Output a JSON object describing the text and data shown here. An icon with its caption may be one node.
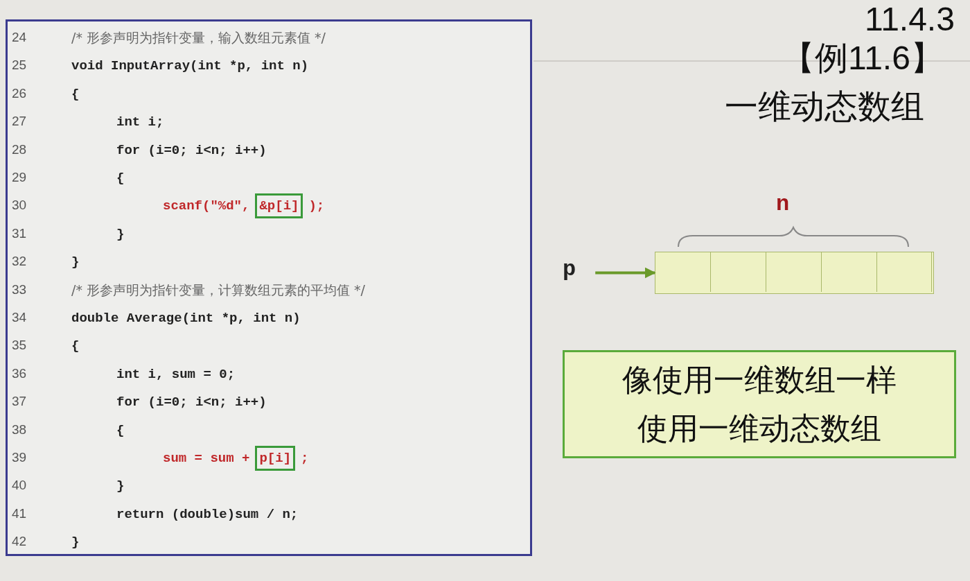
{
  "diagram": {
    "nodes": [
      {
        "text": [
          "24",
          "/* 形参声明为指针变量，输入数组元素值 */",
          "25",
          "void InputArray(int *p, int n)",
          "26",
          "{",
          "27",
          "int i;",
          "28",
          "for (i=0; i<n; i++)",
          "29",
          "{",
          "30",
          "scanf(\"%d\",",
          ");",
          "31",
          "}",
          "32",
          "}",
          "33",
          "/* 形参声明为指针变量，计算数组元素的平均值 */",
          "34",
          "double Average(int *p, int n)",
          "35",
          "{",
          "36",
          "int i, sum = 0;",
          "37",
          "for (i=0; i<n; i++)",
          "38",
          "{",
          "39",
          "sum = sum +",
          ";",
          "40",
          "}",
          "41",
          "return (double)sum / n;",
          "42",
          "}"
        ]
      },
      {
        "text": [
          "&p[i]"
        ],
        "in": 0
      },
      {
        "text": [
          "p[i]"
        ],
        "in": 0
      },
      {
        "text": [
          "p"
        ]
      },
      {
        "text": [],
        "shape": "bar",
        "beside": [
          "n"
        ]
      },
      {
        "text": [],
        "shape": "box",
        "in": 4
      },
      {
        "text": [],
        "shape": "box",
        "in": 4
      },
      {
        "text": [],
        "shape": "box",
        "in": 4
      },
      {
        "text": [],
        "shape": "box",
        "in": 4
      },
      {
        "text": [],
        "shape": "box",
        "in": 4
      },
      {
        "text": [
          "像使用一维数组一样使用一维动态数组"
        ]
      }
    ],
    "edges": [
      {
        "from": 3,
        "to": 4,
        "arrow": "to"
      }
    ],
    "labels": [
      "11.4.3",
      "【例11.6】",
      "一维动态数组"
    ]
  }
}
